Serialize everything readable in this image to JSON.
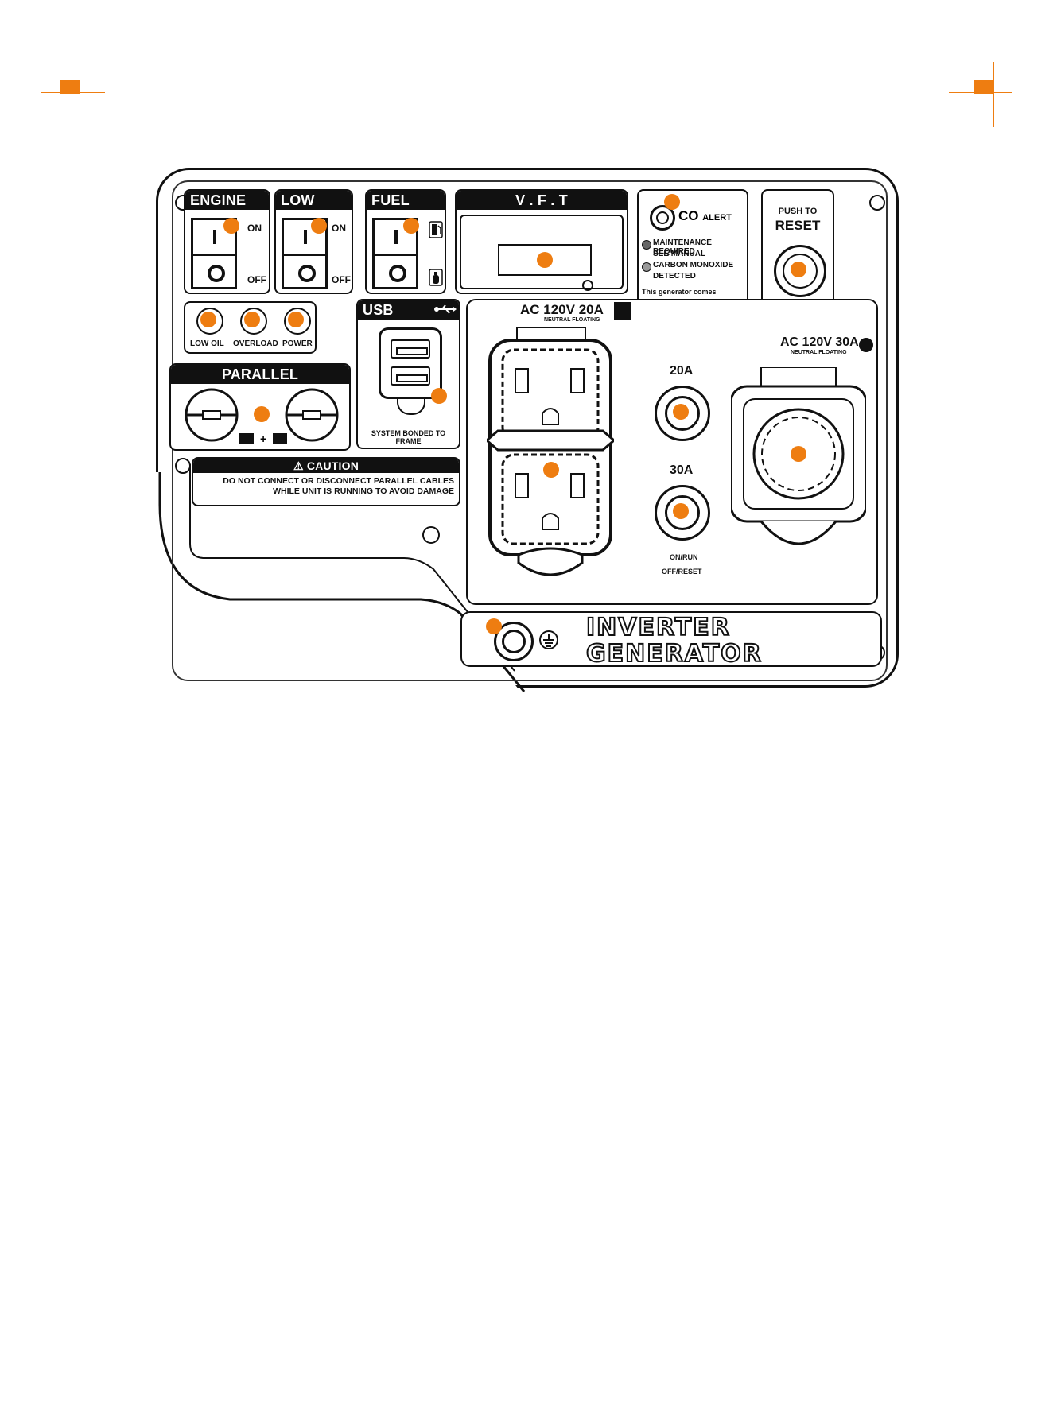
{
  "panel": {
    "engine_switch": {
      "title": "ENGINE SW.",
      "on": "ON",
      "off": "OFF"
    },
    "low_idle": {
      "title": "LOW IDLE",
      "on": "ON",
      "off": "OFF"
    },
    "fuel_source": {
      "title": "FUEL SOURCE"
    },
    "vft": {
      "title": "V . F . T"
    },
    "co_alert": {
      "title": "CO",
      "title_small": "ALERT",
      "maint": "MAINTENANCE REQUIRED",
      "maint_sub": "SEE MANUAL",
      "co_detect": "CARBON MONOXIDE",
      "co_detect_sub": "DETECTED",
      "desc": "This generator comes equipped with CO ALERT, advanced technology to prevent death or injury from carbon monoxide poisoning."
    },
    "reset": {
      "line1": "PUSH TO",
      "line2": "RESET"
    },
    "indicators": {
      "low_oil": "LOW OIL",
      "overload": "OVERLOAD",
      "power": "POWER"
    },
    "parallel": {
      "title": "PARALLEL"
    },
    "usb": {
      "title": "USB",
      "bonded": "SYSTEM BONDED TO FRAME"
    },
    "caution": {
      "title": "CAUTION",
      "text": "DO NOT CONNECT OR DISCONNECT PARALLEL CABLES WHILE UNIT IS RUNNING TO AVOID DAMAGE"
    },
    "outlet_20a": {
      "title": "AC 120V 20A",
      "sub": "NEUTRAL FLOATING"
    },
    "outlet_30a": {
      "title": "AC 120V 30A",
      "sub": "NEUTRAL FLOATING"
    },
    "breaker_20": "20A",
    "breaker_30": "30A",
    "on_run": "ON/RUN",
    "off_reset": "OFF/RESET",
    "brand_line1": "INVERTER",
    "brand_line2": "GENERATOR"
  },
  "colors": {
    "accent": "#ee7d11",
    "ink": "#111111"
  }
}
